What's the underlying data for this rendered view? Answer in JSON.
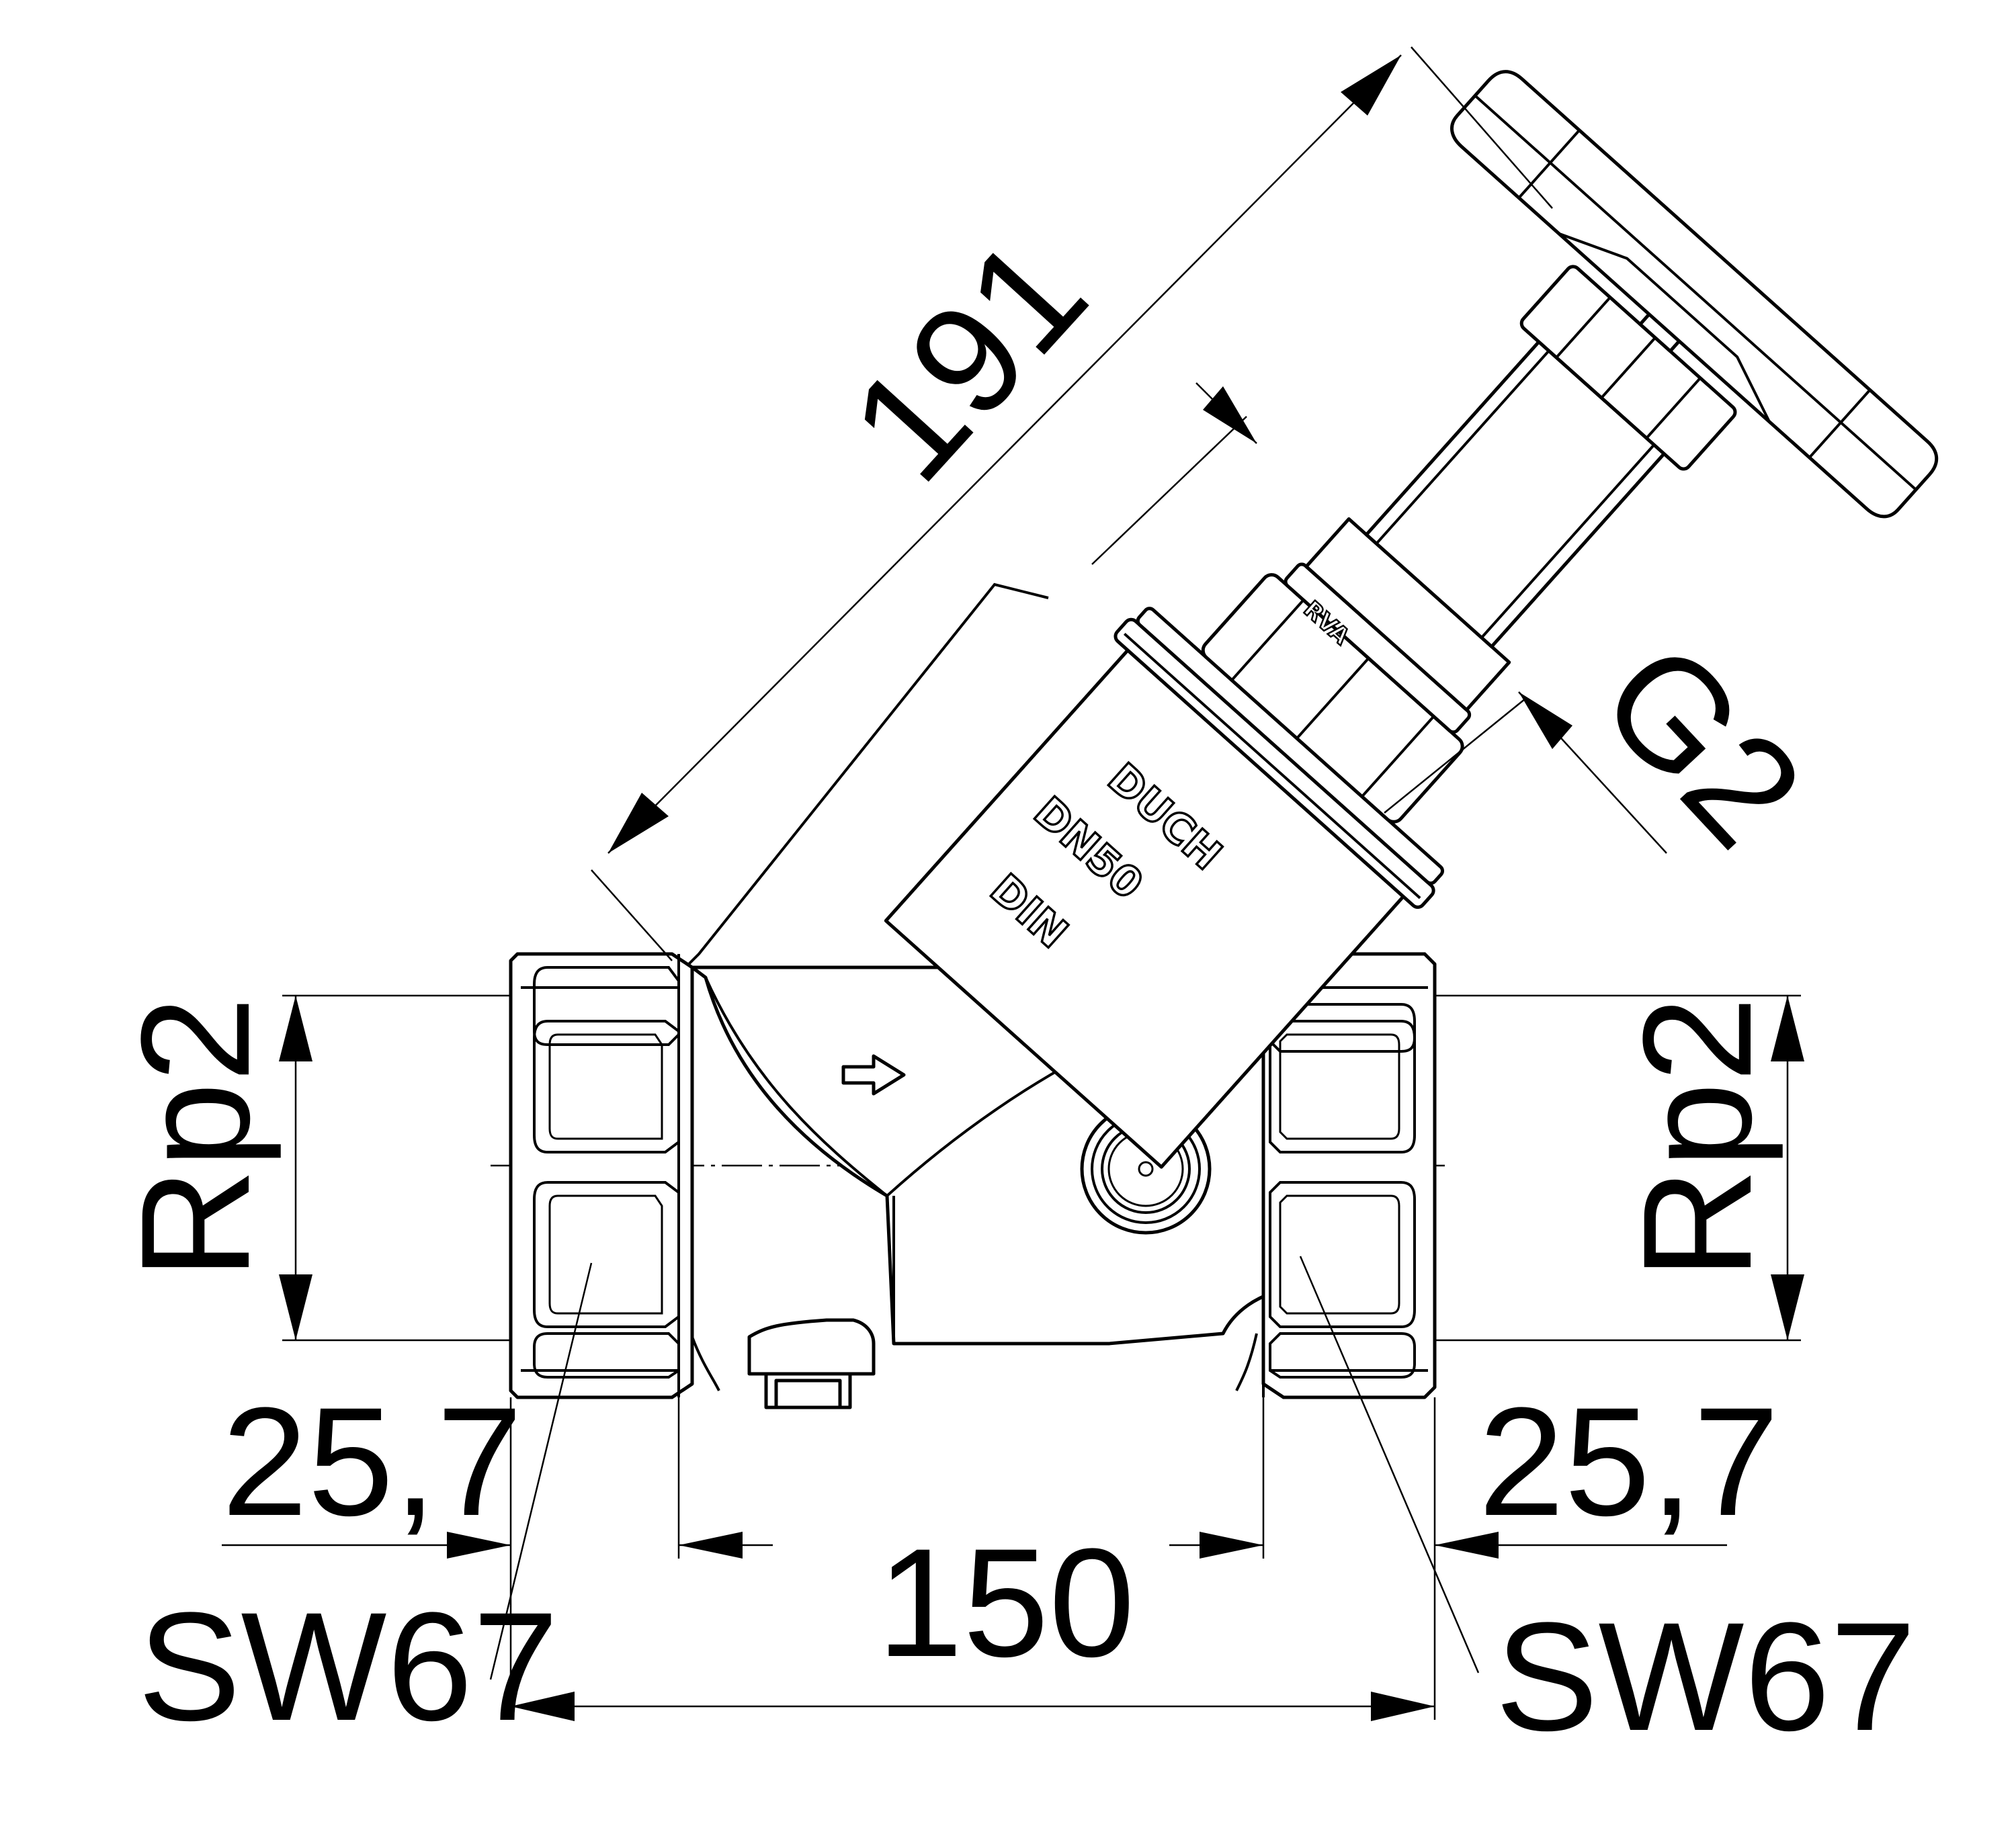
{
  "dimensions": {
    "overall_length": "150",
    "stem_height": "191",
    "bonnet_thread": "G2",
    "pipe_thread_left": "Rp2",
    "pipe_thread_right": "Rp2",
    "thread_depth_left": "25,7",
    "thread_depth_right": "25,7",
    "wrench_size_left": "SW67",
    "wrench_size_right": "SW67"
  },
  "body_marking": {
    "brand": "DUCH",
    "nominal_size": "DN50",
    "standard": "DIN"
  },
  "stem_marking": "RVA"
}
